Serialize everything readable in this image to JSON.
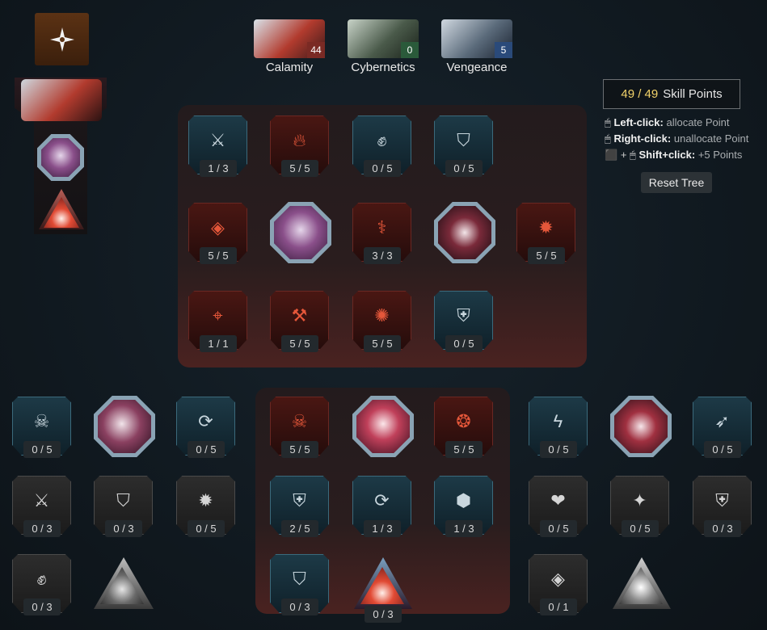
{
  "trees": [
    {
      "name": "Calamity",
      "points": "44",
      "badge_color": "#7a2a24"
    },
    {
      "name": "Cybernetics",
      "points": "0",
      "badge_color": "#2a5a3a"
    },
    {
      "name": "Vengeance",
      "points": "5",
      "badge_color": "#2a4a7a"
    }
  ],
  "skill_points": {
    "current": "49 / 49",
    "label": "Skill Points"
  },
  "hints": [
    {
      "key": "Left-click:",
      "action": "allocate Point"
    },
    {
      "key": "Right-click:",
      "action": "unallocate Point"
    },
    {
      "key": "+ ",
      "mod": "Shift+click:",
      "action": "+5 Points"
    }
  ],
  "reset_label": "Reset Tree",
  "nodes": {
    "t1": "1 / 3",
    "t2": "5 / 5",
    "t3": "0 / 5",
    "t4": "0 / 5",
    "t5": "5 / 5",
    "t6": "3 / 3",
    "t7": "5 / 5",
    "t8": "1 / 1",
    "t9": "5 / 5",
    "t10": "5 / 5",
    "t11": "0 / 5",
    "l1": "0 / 5",
    "l2": "0 / 5",
    "l3": "0 / 3",
    "l4": "0 / 3",
    "l5": "0 / 5",
    "l6": "0 / 3",
    "m1": "5 / 5",
    "m2": "5 / 5",
    "m3": "2 / 5",
    "m4": "1 / 3",
    "m5": "1 / 3",
    "m6": "0 / 3",
    "m7": "0 / 3",
    "r1": "0 / 5",
    "r2": "0 / 5",
    "r3": "0 / 5",
    "r4": "0 / 5",
    "r5": "0 / 3",
    "r6": "0 / 1"
  }
}
